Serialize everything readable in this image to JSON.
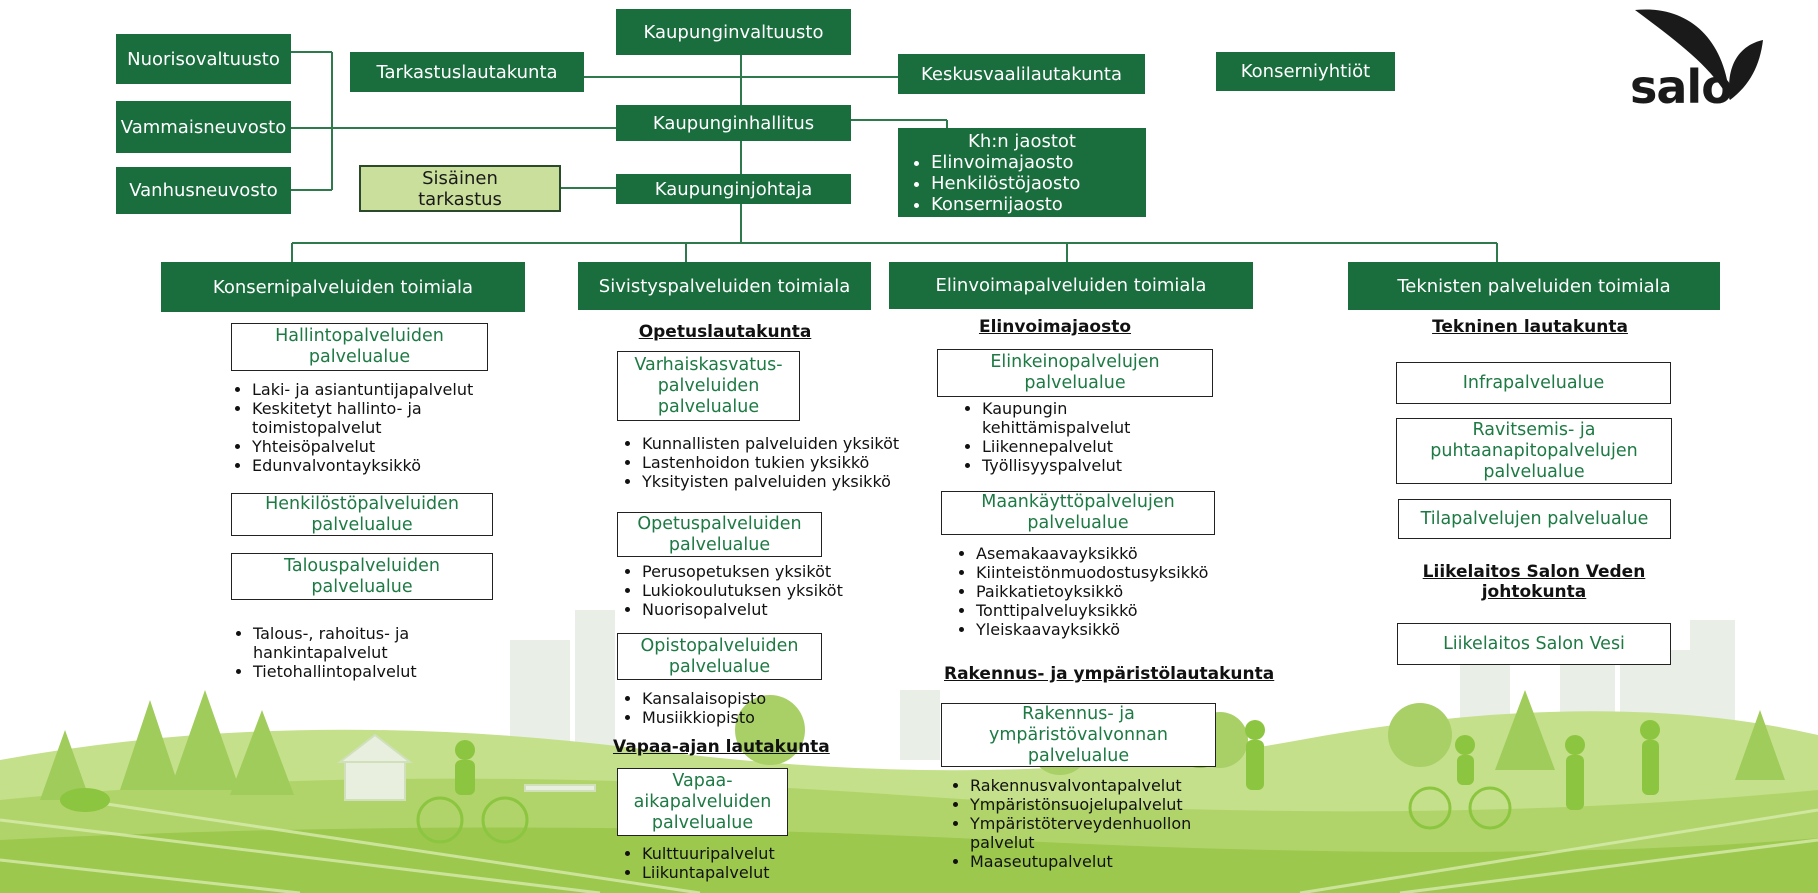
{
  "top": {
    "valtuusto": "Kaupunginvaltuusto",
    "tarkastus_lk": "Tarkastuslautakunta",
    "keskusvaali": "Keskusvaalilautakunta",
    "konserniyhtiot": "Konserniyhtiöt",
    "hallitus": "Kaupunginhallitus",
    "johtaja": "Kaupunginjohtaja",
    "sisainen": [
      "Sisäinen",
      "tarkastus"
    ]
  },
  "councils": [
    "Nuorisovaltuusto",
    "Vammaisneuvosto",
    "Vanhusneuvosto"
  ],
  "jaostot": {
    "title": "Kh:n jaostot",
    "items": [
      "Elinvoimajaosto",
      "Henkilöstöjaosto",
      "Konsernijaosto"
    ]
  },
  "logo": "salo",
  "divisions": [
    "Konsernipalveluiden toimiala",
    "Sivistyspalveluiden toimiala",
    "Elinvoimapalveluiden toimiala",
    "Teknisten palveluiden toimiala"
  ],
  "konserni": {
    "hallinto": [
      "Hallintopalveluiden",
      "palvelualue"
    ],
    "hallinto_items": [
      "Laki- ja asiantuntijapalvelut",
      "Keskitetyt hallinto- ja toimistopalvelut",
      "Yhteisöpalvelut",
      "Edunvalvontayksikkö"
    ],
    "henkilosto": [
      "Henkilöstöpalveluiden",
      "palvelualue"
    ],
    "talous": [
      "Talouspalveluiden",
      "palvelualue"
    ],
    "talous_items": [
      "Talous-, rahoitus- ja hankintapalvelut",
      "Tietohallintopalvelut"
    ]
  },
  "sivistys": {
    "opetuslautakunta": "Opetuslautakunta",
    "varhais": [
      "Varhaiskasvatus-",
      "palveluiden",
      "palvelualue"
    ],
    "varhais_items": [
      "Kunnallisten palveluiden yksiköt",
      "Lastenhoidon tukien yksikkö",
      "Yksityisten palveluiden yksikkö"
    ],
    "opetus": [
      "Opetuspalveluiden",
      "palvelualue"
    ],
    "opetus_items": [
      "Perusopetuksen yksiköt",
      "Lukiokoulutuksen yksiköt",
      "Nuorisopalvelut"
    ],
    "opisto": [
      "Opistopalveluiden",
      "palvelualue"
    ],
    "opisto_items": [
      "Kansalaisopisto",
      "Musiikkiopisto"
    ],
    "vapaa_lautakunta": "Vapaa-ajan lautakunta",
    "vapaa": [
      "Vapaa-",
      "aikapalveluiden",
      "palvelualue"
    ],
    "vapaa_items": [
      "Kulttuuripalvelut",
      "Liikuntapalvelut"
    ]
  },
  "elinvoima": {
    "jaosto": "Elinvoimajaosto",
    "elinkeino": [
      "Elinkeinopalvelujen",
      "palvelualue"
    ],
    "elinkeino_items": [
      "Kaupungin kehittämispalvelut",
      "Liikennepalvelut",
      "Työllisyyspalvelut"
    ],
    "maankaytto": [
      "Maankäyttöpalvelujen",
      "palvelualue"
    ],
    "maankaytto_items": [
      "Asemakaavayksikkö",
      "Kiinteistönmuodostusyksikkö",
      "Paikkatietoyksikkö",
      "Tonttipalveluyksikkö",
      "Yleiskaavayksikkö"
    ],
    "rakennus_lautakunta": "Rakennus- ja ympäristölautakunta",
    "rakennus": [
      "Rakennus- ja",
      "ympäristövalvonnan",
      "palvelualue"
    ],
    "rakennus_items": [
      "Rakennusvalvontapalvelut",
      "Ympäristönsuojelupalvelut",
      "Ympäristöterveydenhuollon palvelut",
      "Maaseutupalvelut"
    ]
  },
  "tekninen": {
    "lautakunta": "Tekninen lautakunta",
    "infra": "Infrapalvelualue",
    "ravitsemis": [
      "Ravitsemis- ja",
      "puhtaanapitopalvelujen",
      "palvelualue"
    ],
    "tila": "Tilapalvelujen palvelualue",
    "vesi_johtokunta": [
      "Liikelaitos Salon Veden",
      "johtokunta"
    ],
    "vesi": "Liikelaitos Salon Vesi"
  }
}
